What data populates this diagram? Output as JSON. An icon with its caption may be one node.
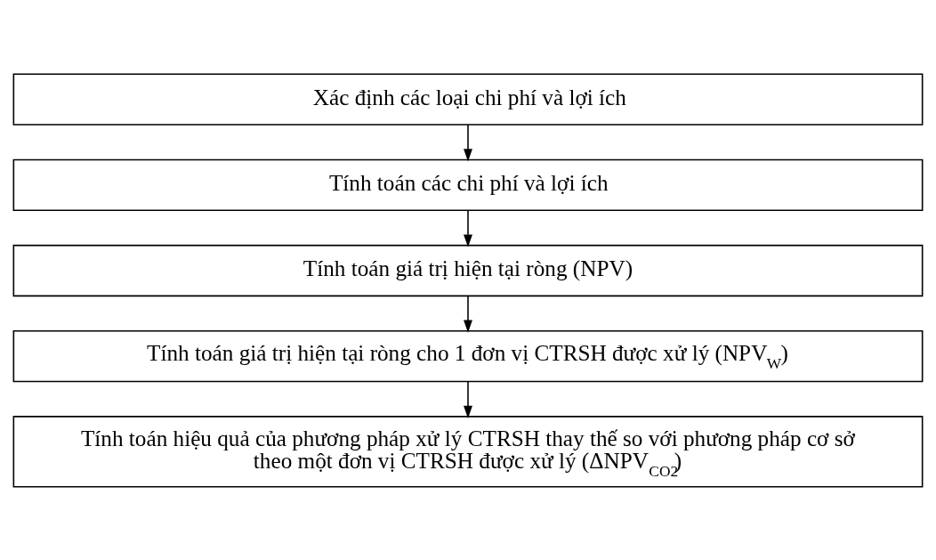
{
  "diagram": {
    "nodes": [
      {
        "text": [
          "Xác định các loại chi phí và lợi ích"
        ]
      },
      {
        "text": [
          "Tính toán các chi phí và lợi ích"
        ]
      },
      {
        "text": [
          "Tính toán giá trị hiện tại ròng (NPV)"
        ]
      },
      {
        "text": [
          "Tính toán giá trị hiện tại ròng cho 1 đơn vị CTRSH được xử lý (NPV$_{W}$)"
        ]
      },
      {
        "text": [
          "Tính toán hiệu quả của phương pháp xử lý CTRSH thay thế so với phương pháp cơ sở theo một đơn vị CTRSH được xử lý (ΔNPV$_{CO2}$)"
        ]
      }
    ],
    "edges": [
      {
        "from": 0,
        "to": 1,
        "arrow": "to"
      },
      {
        "from": 1,
        "to": 2,
        "arrow": "to"
      },
      {
        "from": 2,
        "to": 3,
        "arrow": "to"
      },
      {
        "from": 3,
        "to": 4,
        "arrow": "to"
      }
    ]
  }
}
